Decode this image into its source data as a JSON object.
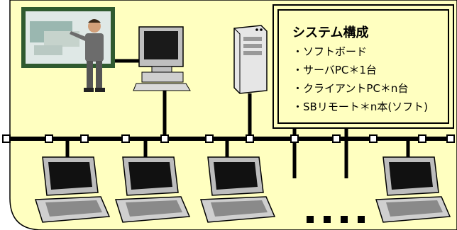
{
  "system": {
    "title": "システム構成",
    "items": [
      "ソフトボード",
      "サーバPC＊1台",
      "クライアントPC＊n台",
      "SBリモート＊n本(ソフト)"
    ]
  },
  "colors": {
    "panel_fill": "#ffffc0",
    "line": "#000000",
    "node_fill": "#ffffff",
    "board_frame": "#3a6b3a"
  },
  "icons": [
    "presenter-icon",
    "soft-board-icon",
    "desktop-pc-icon",
    "server-tower-icon",
    "laptop-icon",
    "ellipsis-dots"
  ]
}
